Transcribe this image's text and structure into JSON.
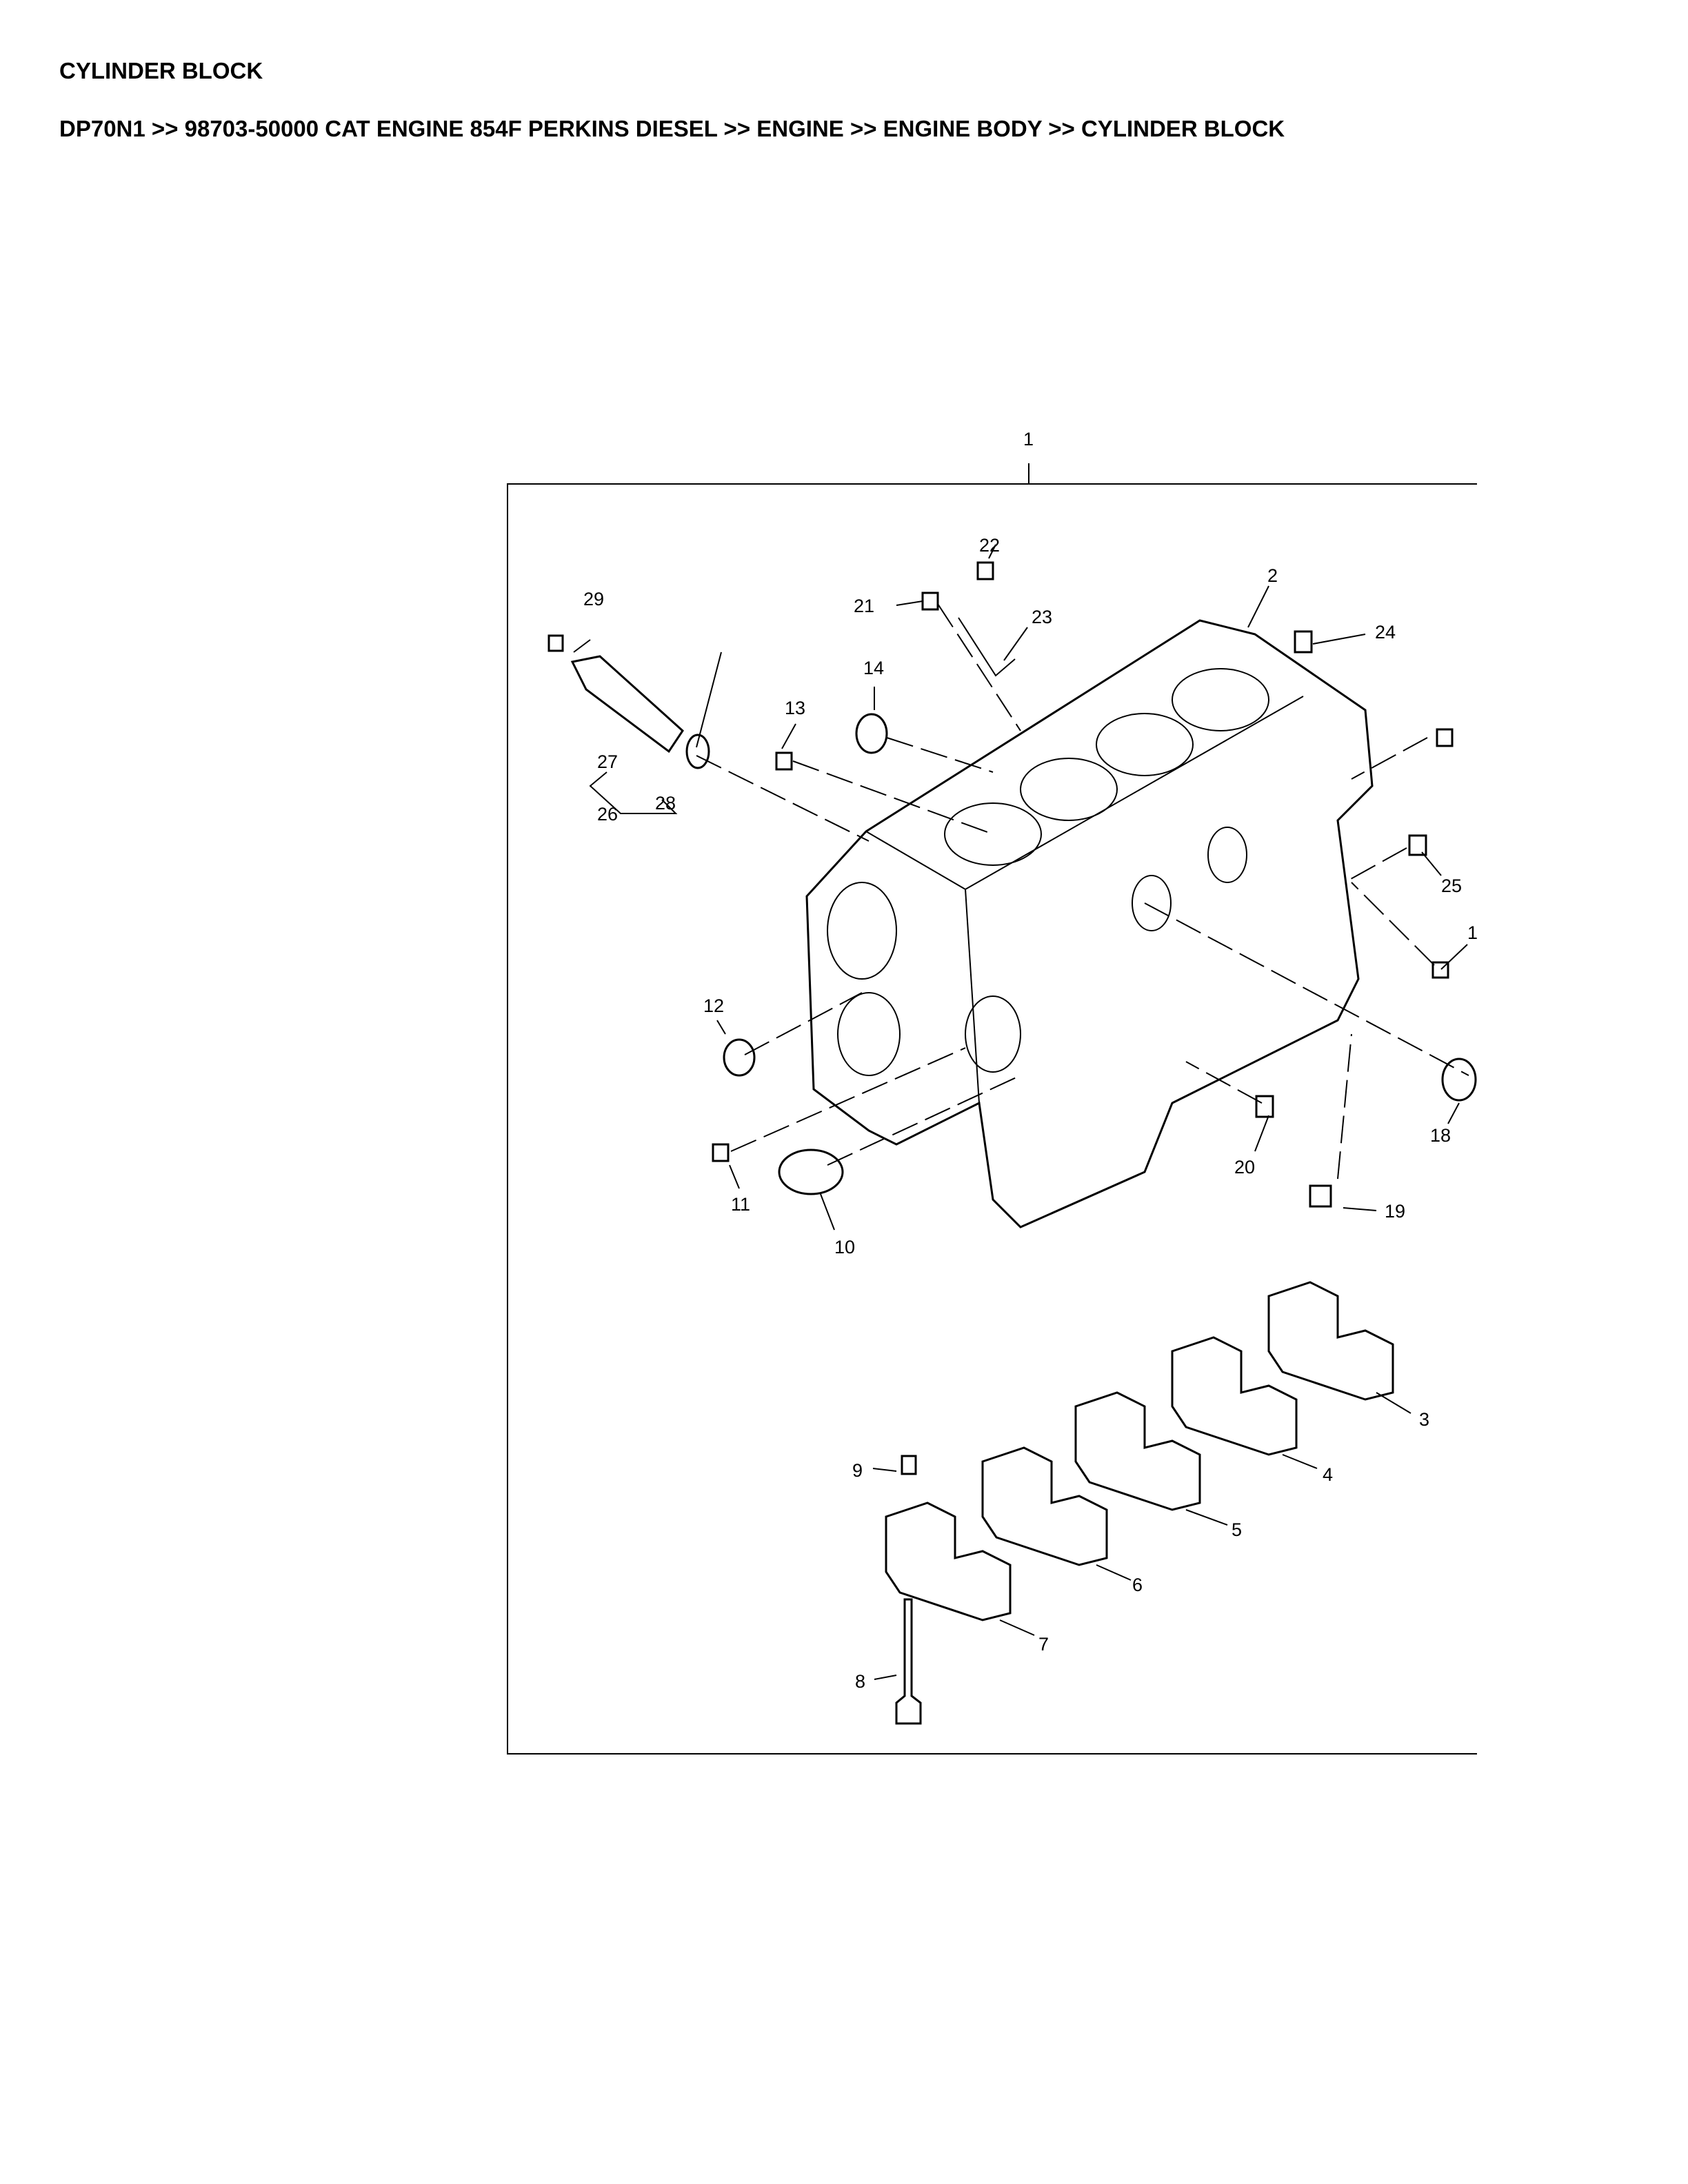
{
  "page": {
    "title": "CYLINDER BLOCK",
    "breadcrumb": "DP70N1 >> 98703-50000 CAT ENGINE 854F PERKINS DIESEL >> ENGINE >> ENGINE BODY >> CYLINDER BLOCK"
  },
  "diagram": {
    "callouts": [
      "1",
      "2",
      "3",
      "4",
      "5",
      "6",
      "7",
      "8",
      "9",
      "10",
      "11",
      "12",
      "13",
      "14",
      "18",
      "19",
      "20",
      "21",
      "22",
      "23",
      "24",
      "25",
      "26",
      "27",
      "28",
      "29",
      "1"
    ]
  }
}
